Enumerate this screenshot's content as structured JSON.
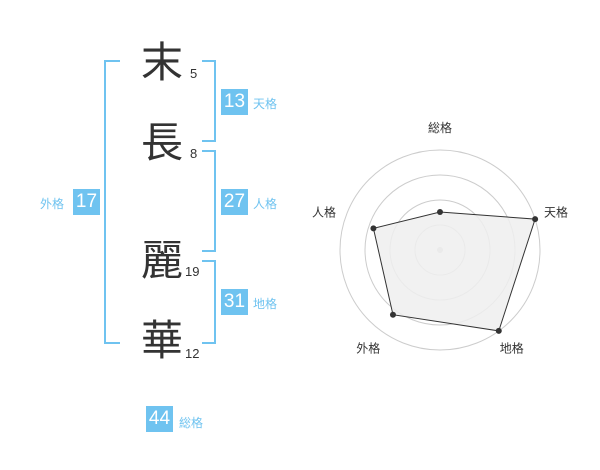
{
  "name": {
    "chars": [
      {
        "char": "末",
        "strokes": "5"
      },
      {
        "char": "長",
        "strokes": "8"
      },
      {
        "char": "麗",
        "strokes": "19"
      },
      {
        "char": "華",
        "strokes": "12"
      }
    ]
  },
  "kakusu": {
    "tenkaku": {
      "value": "13",
      "label": "天格"
    },
    "jinkaku": {
      "value": "27",
      "label": "人格"
    },
    "chikaku": {
      "value": "31",
      "label": "地格"
    },
    "gaikaku": {
      "value": "17",
      "label": "外格"
    },
    "soukaku": {
      "value": "44",
      "label": "総格"
    }
  },
  "colors": {
    "accent": "#6fc3f0",
    "text": "#333333",
    "grid": "#cccccc",
    "area_fill": "#eeeeee",
    "area_stroke": "#333333"
  },
  "chart_data": {
    "type": "radar",
    "axes": [
      "総格",
      "天格",
      "地格",
      "外格",
      "人格"
    ],
    "values": [
      0.38,
      1.0,
      1.0,
      0.8,
      0.7
    ],
    "rings": 4
  }
}
